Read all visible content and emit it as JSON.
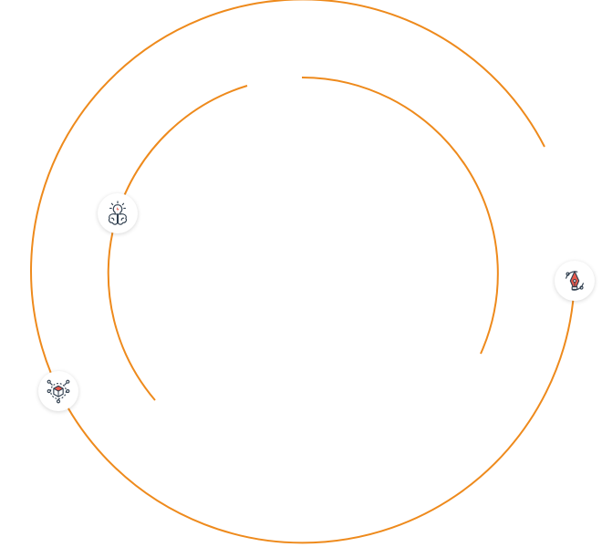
{
  "diagram": {
    "accent_color": "#ee8a1c",
    "icon_stroke_color": "#2f3e4e",
    "icon_highlight_color": "#e8584b",
    "background_color": "#ffffff",
    "orbits": [
      {
        "name": "outer-orbit",
        "gaps": 1
      },
      {
        "name": "inner-orbit",
        "gaps": 2
      }
    ],
    "nodes": [
      {
        "id": "brain",
        "icon": "brain-lightbulb-icon",
        "orbit": "inner-orbit"
      },
      {
        "id": "cube",
        "icon": "cube-network-icon",
        "orbit": "outer-orbit"
      },
      {
        "id": "pen",
        "icon": "pen-nib-target-icon",
        "orbit": "outer-orbit"
      }
    ]
  }
}
